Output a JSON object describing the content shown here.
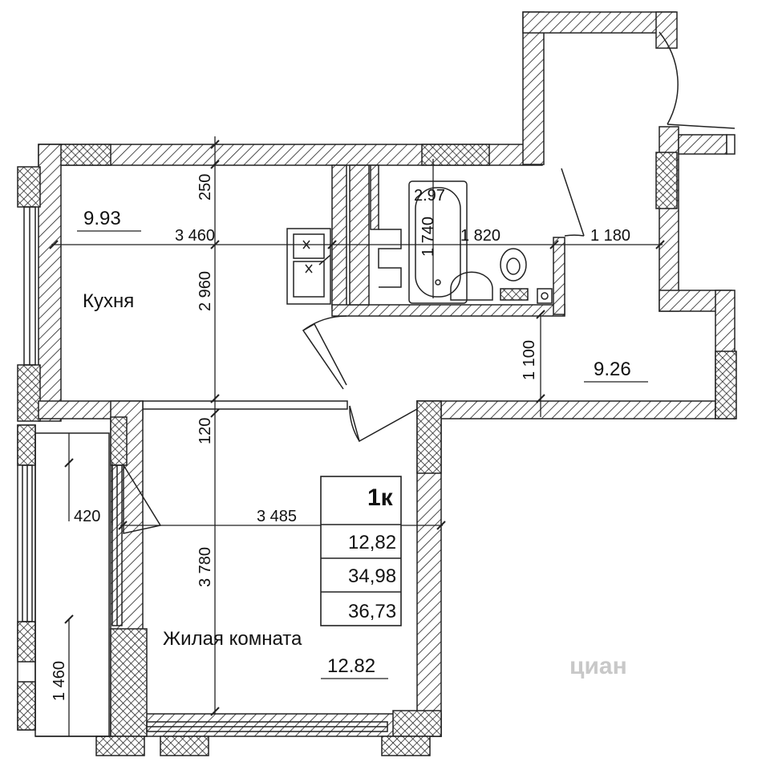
{
  "rooms": {
    "kitchen_label": "Кухня",
    "kitchen_area": "9.93",
    "hall_area": "9.26",
    "living_label": "Жилая комната",
    "living_area": "12.82",
    "bath_area": "2.97"
  },
  "dimensions": {
    "d250": "250",
    "d3460": "3 460",
    "d1740": "1 740",
    "d1820": "1 820",
    "d1180": "1 180",
    "d2960": "2 960",
    "d1100": "1 100",
    "d120": "120",
    "d3485": "3 485",
    "d420": "420",
    "d3780": "3 780",
    "d1460": "1 460"
  },
  "summary": {
    "type": "1к",
    "living": "12,82",
    "total": "34,98",
    "total_with_balcony": "36,73"
  },
  "watermark": {
    "text": "циан"
  }
}
